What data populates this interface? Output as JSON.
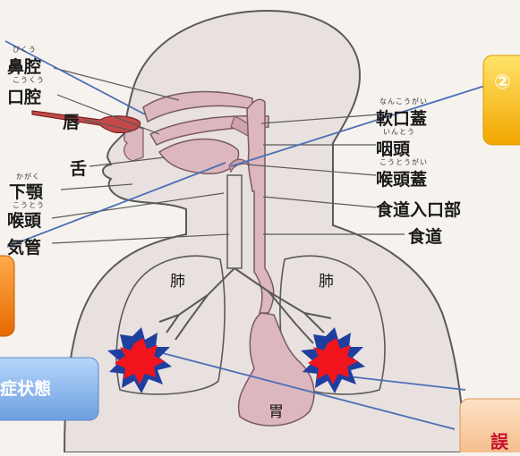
{
  "labels": {
    "bikou": {
      "text": "鼻腔",
      "ruby": "びくう"
    },
    "koukou": {
      "text": "口腔",
      "ruby": "こうくう"
    },
    "kuchibiru": {
      "text": "唇"
    },
    "shita": {
      "text": "舌"
    },
    "kagaku": {
      "text": "下顎",
      "ruby": "かがく"
    },
    "koutou": {
      "text": "喉頭",
      "ruby": "こうとう"
    },
    "kikan": {
      "text": "気管"
    },
    "nankougai": {
      "text": "軟口蓋",
      "ruby": "なんこうがい"
    },
    "intou": {
      "text": "咽頭",
      "ruby": "いんとう"
    },
    "koutougai": {
      "text": "喉頭蓋",
      "ruby": "こうとうがい"
    },
    "shokudou_iriguchi": {
      "text": "食道入口部"
    },
    "shokudou": {
      "text": "食道"
    },
    "hai_left": {
      "text": "肺"
    },
    "hai_right": {
      "text": "肺"
    },
    "i": {
      "text": "胃"
    }
  },
  "callouts": {
    "top_right_marker": "②",
    "left_bottom": "症状態",
    "bottom_right_fragment": "誤"
  },
  "colors": {
    "body_fill": "#e8e1df",
    "organ_fill": "#dcb7c0",
    "pointer_line": "#4c6fb5",
    "burst_outer": "#1f3f9f",
    "burst_inner": "#f1141d",
    "box_yellow": "#f5b800",
    "box_orange": "#f07a12",
    "box_blue": "#7ab0ea",
    "box_peach": "#f7c79e"
  }
}
